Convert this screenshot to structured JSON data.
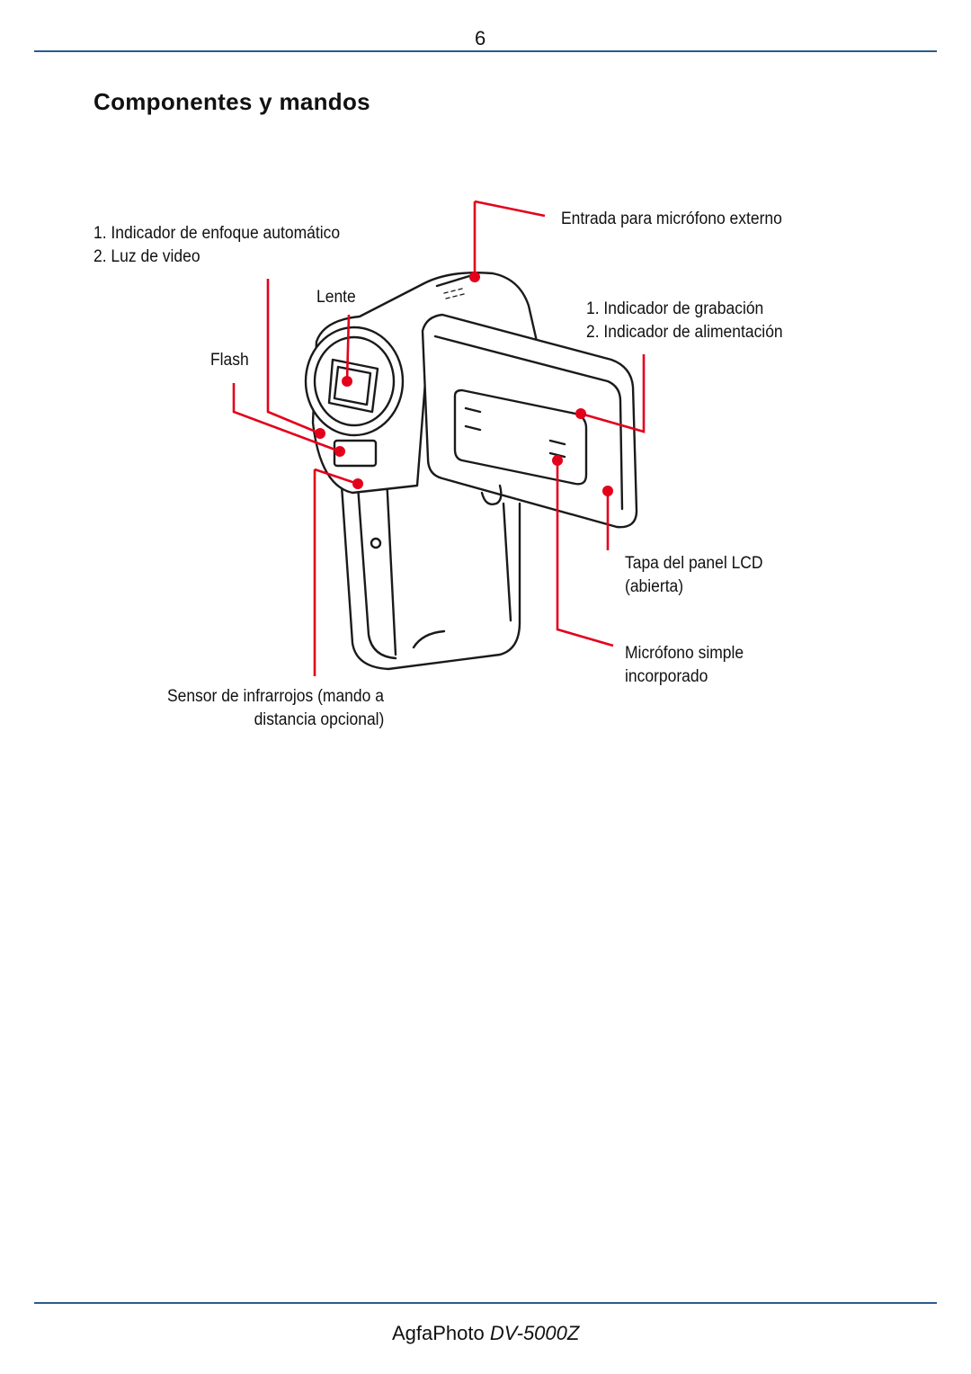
{
  "page_number": "6",
  "title": "Componentes y mandos",
  "labels": {
    "focus_and_light_1": "1. Indicador de enfoque automático",
    "focus_and_light_2": "2. Luz de video",
    "lens": "Lente",
    "flash": "Flash",
    "mic_input": "Entrada para micrófono externo",
    "indicator_1": "1. Indicador de grabación",
    "indicator_2": "2. Indicador de alimentación",
    "lcd_cover_1": "Tapa del panel LCD",
    "lcd_cover_2": "(abierta)",
    "mic_builtin_1": "Micrófono simple",
    "mic_builtin_2": "incorporado",
    "ir_sensor_1": "Sensor de infrarrojos (mando a",
    "ir_sensor_2": "distancia opcional)"
  },
  "footer": {
    "brand": "AgfaPhoto",
    "model": "DV-5000Z"
  },
  "colors": {
    "rule": "#2b5a8c",
    "callout": "#e3001b",
    "outline": "#1a1a1a"
  }
}
